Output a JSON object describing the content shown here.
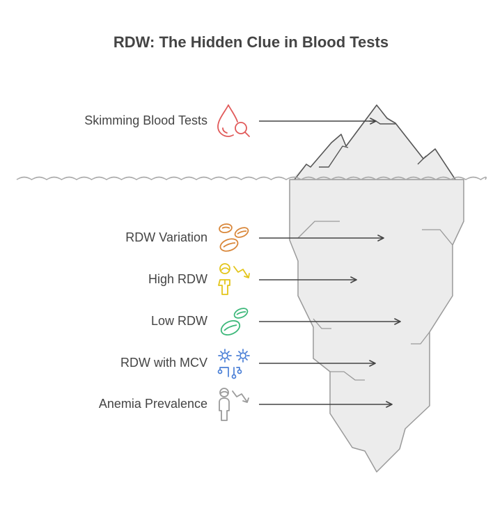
{
  "title": "RDW: The Hidden Clue in Blood Tests",
  "colors": {
    "iceberg_fill": "#ececec",
    "iceberg_stroke": "#9a9a9a",
    "arrow": "#444444",
    "text": "#444444",
    "water": "#aaaaaa"
  },
  "above_water": [
    {
      "label": "Skimming Blood Tests",
      "icon": "blood-drop-magnifier-icon",
      "color": "#e15a5a"
    }
  ],
  "below_water": [
    {
      "label": "RDW Variation",
      "icon": "red-blood-cells-icon",
      "color": "#d9873a"
    },
    {
      "label": "High RDW",
      "icon": "person-trend-down-icon",
      "color": "#e3c51a"
    },
    {
      "label": "Low RDW",
      "icon": "blood-cells-icon",
      "color": "#3db87a"
    },
    {
      "label": "RDW with MCV",
      "icon": "gears-circuit-icon",
      "color": "#4a7fd6"
    },
    {
      "label": "Anemia Prevalence",
      "icon": "person-trend-down-icon",
      "color": "#9a9a9a"
    }
  ]
}
